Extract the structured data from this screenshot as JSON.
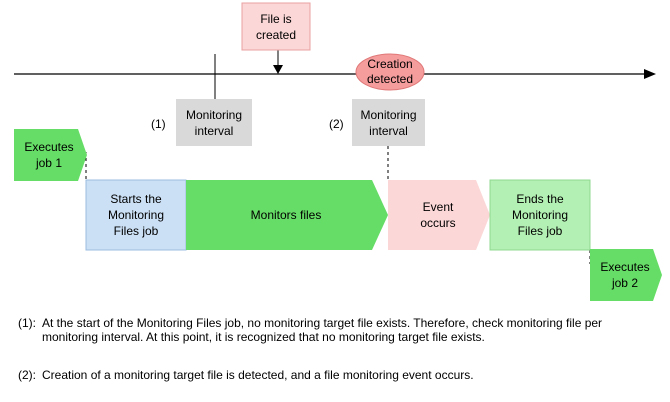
{
  "timeline": {
    "file_created": "File is\ncreated",
    "creation_detected": "Creation\ndetected",
    "interval_1": {
      "tag": "(1)",
      "label": "Monitoring\ninterval"
    },
    "interval_2": {
      "tag": "(2)",
      "label": "Monitoring\ninterval"
    }
  },
  "flow": {
    "executes_job1": "Executes\njob 1",
    "starts_job": "Starts the\nMonitoring\nFiles job",
    "monitors_files": "Monitors files",
    "event_occurs": "Event\noccurs",
    "ends_job": "Ends the\nMonitoring\nFiles job",
    "executes_job2": "Executes\njob 2"
  },
  "notes": [
    {
      "tag": "(1):",
      "text": "At the start of the Monitoring Files job, no monitoring target file exists. Therefore, check monitoring file per monitoring interval. At this point, it is recognized that no monitoring target file exists."
    },
    {
      "tag": "(2):",
      "text": "Creation of a monitoring target file is detected, and a file monitoring event occurs."
    }
  ],
  "colors": {
    "green_dark": "#66dd66",
    "green_light": "#b3f0b3",
    "blue_light": "#cce0f5",
    "pink_light": "#fbd7d7",
    "pink_ellipse": "#f59c9c",
    "gray_box": "#d9d9d9"
  }
}
